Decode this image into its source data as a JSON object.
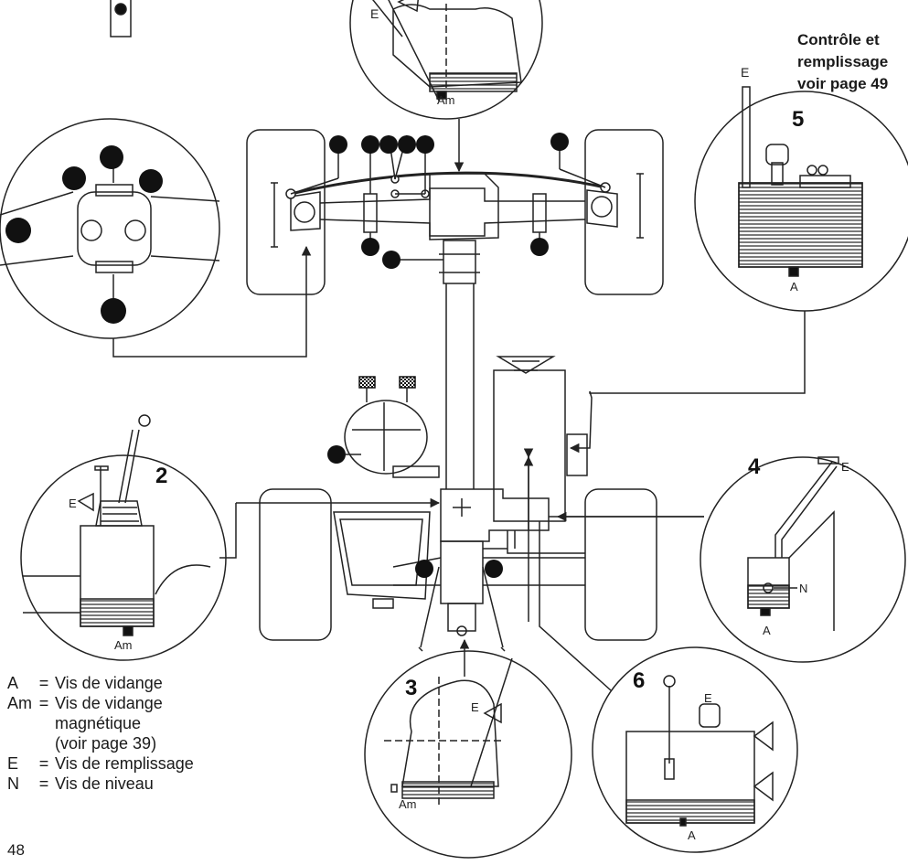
{
  "heading": {
    "line1": "Contrôle et",
    "line2": "remplissage",
    "line3": "voir page 49"
  },
  "legend": [
    {
      "key": "A",
      "sep": "=",
      "desc": "Vis de vidange",
      "extra": []
    },
    {
      "key": "Am",
      "sep": "=",
      "desc": "Vis de vidange",
      "extra": [
        "magnétique",
        "(voir page 39)"
      ]
    },
    {
      "key": "E",
      "sep": "=",
      "desc": "Vis de remplissage",
      "extra": []
    },
    {
      "key": "N",
      "sep": "=",
      "desc": "Vis de niveau",
      "extra": []
    }
  ],
  "detail_numbers": {
    "d2": "2",
    "d3": "3",
    "d4": "4",
    "d5": "5",
    "d6": "6"
  },
  "point_labels": {
    "A": "A",
    "Am": "Am",
    "E": "E",
    "N": "N"
  },
  "page_number": "48"
}
